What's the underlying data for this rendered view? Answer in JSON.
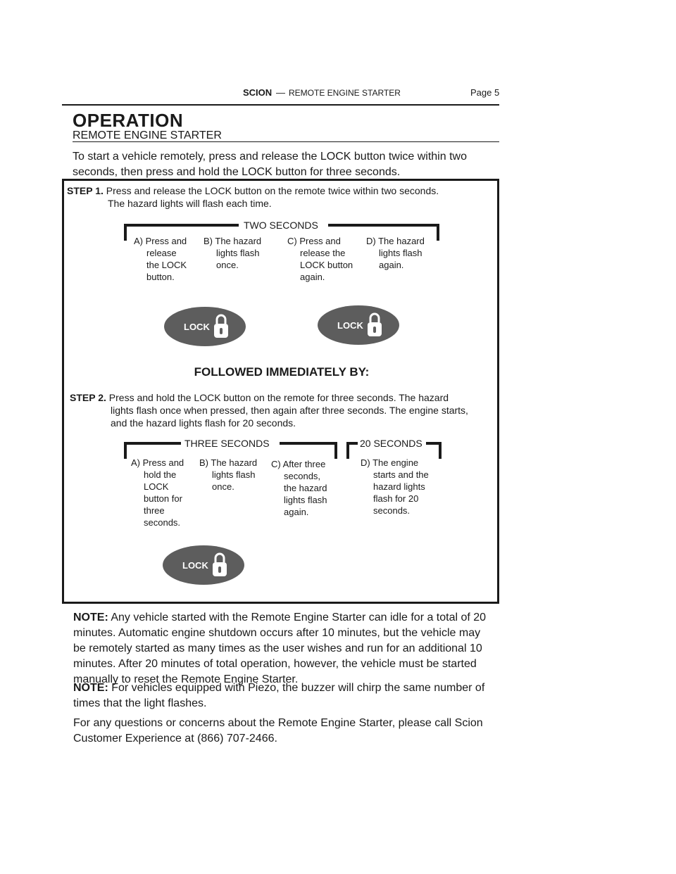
{
  "header": {
    "brand": "SCION",
    "separator": "—",
    "subtitle": "REMOTE ENGINE STARTER",
    "page": "Page 5"
  },
  "title": "OPERATION",
  "section": "REMOTE ENGINE STARTER",
  "intro": {
    "line1": "To start a vehicle remotely, press and release the LOCK button twice within two",
    "line2": "seconds, then press and hold the LOCK button for three seconds."
  },
  "step1": {
    "label": "STEP 1.",
    "line1": "Press and release the LOCK button on the remote twice within two seconds.",
    "line2": "The hazard lights will flash each time.",
    "bracket_label": "TWO SECONDS",
    "cells": [
      {
        "letter": "A)",
        "first": "Press and",
        "rest": [
          "release",
          "the LOCK",
          "button."
        ]
      },
      {
        "letter": "B)",
        "first": "The hazard",
        "rest": [
          "lights flash",
          "once."
        ]
      },
      {
        "letter": "C)",
        "first": "Press and",
        "rest": [
          "release  the",
          "LOCK button",
          "again."
        ]
      },
      {
        "letter": "D)",
        "first": "The hazard",
        "rest": [
          "lights flash",
          "again."
        ]
      }
    ],
    "buttons": [
      "LOCK",
      "LOCK"
    ]
  },
  "followed": "FOLLOWED IMMEDIATELY BY:",
  "step2": {
    "label": "STEP 2.",
    "line1": "Press and hold the LOCK button on the remote for three seconds. The hazard",
    "line2": "lights flash once when pressed, then again after three seconds. The engine starts,",
    "line3": "and the hazard lights flash for 20 seconds.",
    "bracket_label_1": "THREE  SECONDS",
    "bracket_label_2": "20  SECONDS",
    "cells": [
      {
        "letter": "A)",
        "first": "Press and",
        "rest": [
          "hold the",
          "LOCK",
          "button for",
          "three",
          "seconds."
        ]
      },
      {
        "letter": "B)",
        "first": "The hazard",
        "rest": [
          "lights flash",
          "once."
        ]
      },
      {
        "letter": "C)",
        "first": "After three",
        "rest": [
          "seconds,",
          "the hazard",
          "lights flash",
          "again."
        ]
      },
      {
        "letter": "D)",
        "first": "The engine",
        "rest": [
          "starts and the",
          "hazard lights",
          "flash for 20",
          "seconds."
        ]
      }
    ],
    "button": "LOCK"
  },
  "notes": {
    "note1_label": "NOTE:",
    "note1_l1": "Any vehicle started with the Remote Engine Starter can idle for a total of 20",
    "note1_l2": "minutes. Automatic engine shutdown occurs after 10 minutes, but the vehicle may",
    "note1_l3": "be remotely started as many times as the user wishes and run for an additional 10",
    "note1_l4": "minutes. After 20 minutes of total operation, however, the vehicle must be started",
    "note1_l5": "manually to reset the Remote Engine Starter.",
    "note2_label": "NOTE:",
    "note2_l1": "For vehicles equipped with Piezo, the buzzer will chirp the same number of",
    "note2_l2": "times that the light flashes.",
    "contact_l1": "For any questions or concerns about the Remote Engine Starter, please call Scion",
    "contact_l2": "Customer Experience at (866) 707-2466."
  },
  "icons": {
    "lock": "padlock-icon"
  }
}
